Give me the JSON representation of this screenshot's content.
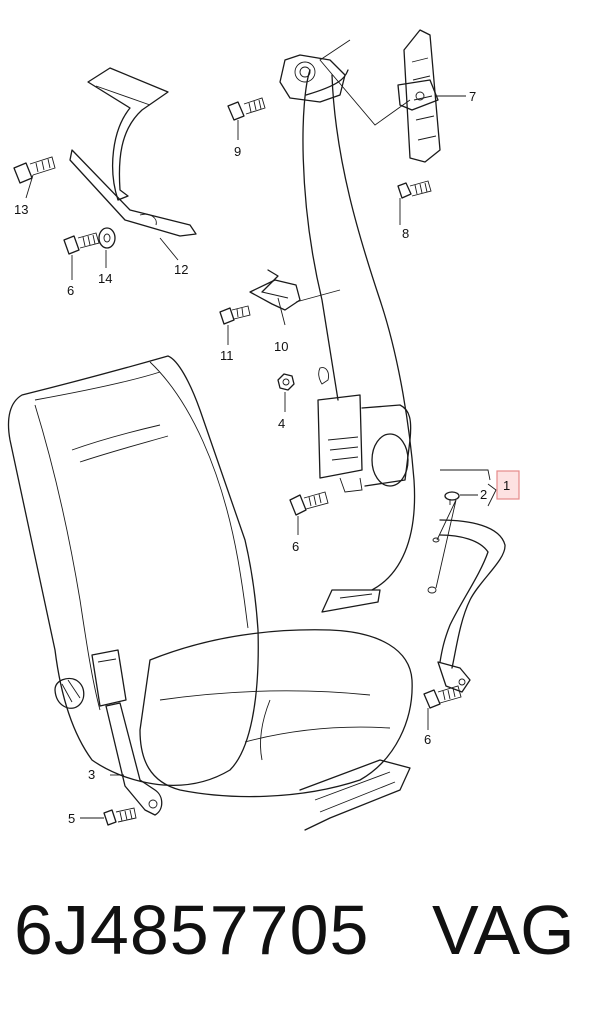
{
  "labels": {
    "c1": "1",
    "c2": "2",
    "c3": "3",
    "c4": "4",
    "c5": "5",
    "c6a": "6",
    "c6b": "6",
    "c6c": "6",
    "c7": "7",
    "c8": "8",
    "c9": "9",
    "c10": "10",
    "c11": "11",
    "c12": "12",
    "c13": "13",
    "c14": "14"
  },
  "caption": {
    "part_number": "6J4857705",
    "brand": "VAG"
  },
  "colors": {
    "highlight_fill": "#fde2e2",
    "highlight_stroke": "#e58a8a"
  }
}
